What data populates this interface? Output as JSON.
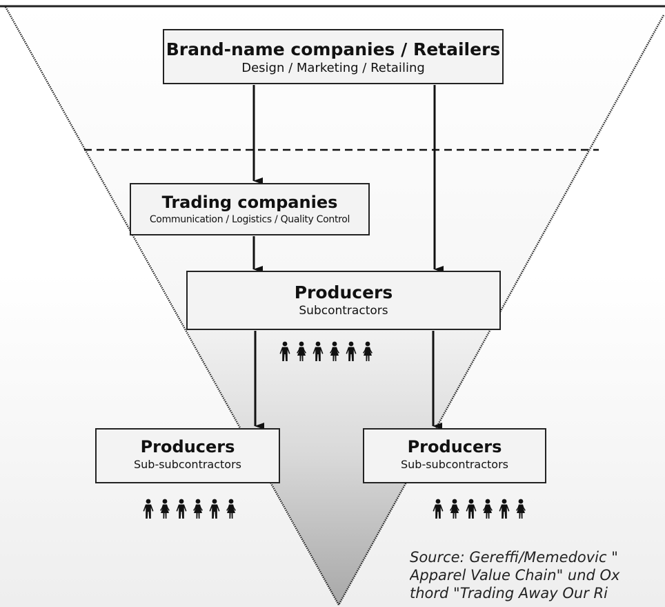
{
  "diagram": {
    "top_box": {
      "title": "Brand-name companies / Retailers",
      "subtitle": "Design / Marketing / Retailing"
    },
    "trading_box": {
      "title": "Trading companies",
      "subtitle": "Communication / Logistics / Quality Control"
    },
    "producers_box": {
      "title": "Producers",
      "subtitle": "Subcontractors"
    },
    "left_box": {
      "title": "Producers",
      "subtitle": "Sub-subcontractors"
    },
    "right_box": {
      "title": "Producers",
      "subtitle": "Sub-subcontractors"
    },
    "workers_per_group": 6,
    "source_lines": [
      "Source: Gereffi/Memedovic \"",
      "Apparel Value Chain\" und Ox",
      "thord \"Trading Away Our Ri"
    ]
  },
  "colors": {
    "funnel_shade_light": "#ffffff",
    "funnel_shade_dark": "#a8a8a8",
    "box_fill": "#f3f3f3",
    "line": "#111111"
  }
}
